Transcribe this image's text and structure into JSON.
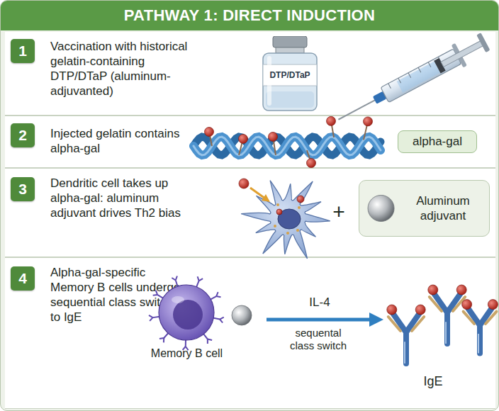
{
  "diagram": {
    "title": "PATHWAY 1: DIRECT INDUCTION",
    "nodes": [
      {
        "text": [
          "Vaccination with historical gelatin-containing DTP/DTaP (aluminum-adjuvanted)"
        ]
      },
      {
        "text": [
          "1"
        ],
        "in": 0
      },
      {
        "text": [
          "DTP/DTaP"
        ],
        "in": 0
      },
      {
        "text": [
          "Injected gelatin contains alpha-gal"
        ]
      },
      {
        "text": [
          "2"
        ],
        "in": 3
      },
      {
        "text": [
          "alpha-gal"
        ],
        "in": 3
      },
      {
        "text": [
          "Dendritic cell takes up alpha-gal: aluminum adjuvant drives Th2 bias"
        ]
      },
      {
        "text": [
          "3"
        ],
        "in": 6
      },
      {
        "text": [
          "Aluminum adjuvant"
        ],
        "in": 6
      },
      {
        "text": [
          "Alpha-gal-specific Memory B cells undergo sequential class switching to IgE"
        ]
      },
      {
        "text": [
          "4"
        ],
        "in": 9
      }
    ],
    "labels": [
      "+",
      "Memory B cell",
      "IL-4",
      "sequental class switch",
      "IgE"
    ]
  }
}
